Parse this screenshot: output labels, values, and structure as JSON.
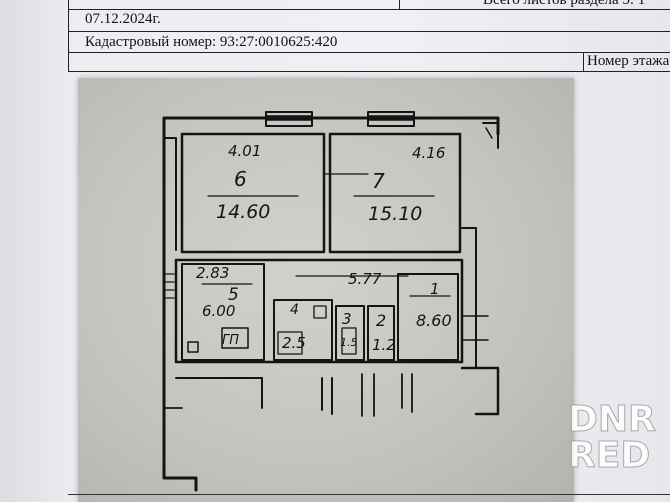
{
  "header": {
    "total_sheets": "Всего листов раздела 5: 1",
    "date": "07.12.2024г.",
    "cadastral": "Кадастровый номер: 93:27:0010625:420",
    "floor_label": "Номер этажа"
  },
  "plan": {
    "rooms": [
      {
        "number": "6",
        "area": "14.60"
      },
      {
        "number": "7",
        "area": "15.10"
      },
      {
        "number": "5",
        "area": "6.00"
      },
      {
        "number": "4",
        "area": "2.5"
      },
      {
        "number": "3",
        "area": "1.5"
      },
      {
        "number": "2",
        "area": "1.2"
      },
      {
        "number": "1",
        "area": "8.60"
      }
    ],
    "dims": {
      "d1": "4.01",
      "d2": "4.16",
      "d3": "2.83",
      "d4": "5.77",
      "stove": "ГП"
    }
  },
  "watermark": {
    "line1": "DNR",
    "line2": "RED"
  }
}
